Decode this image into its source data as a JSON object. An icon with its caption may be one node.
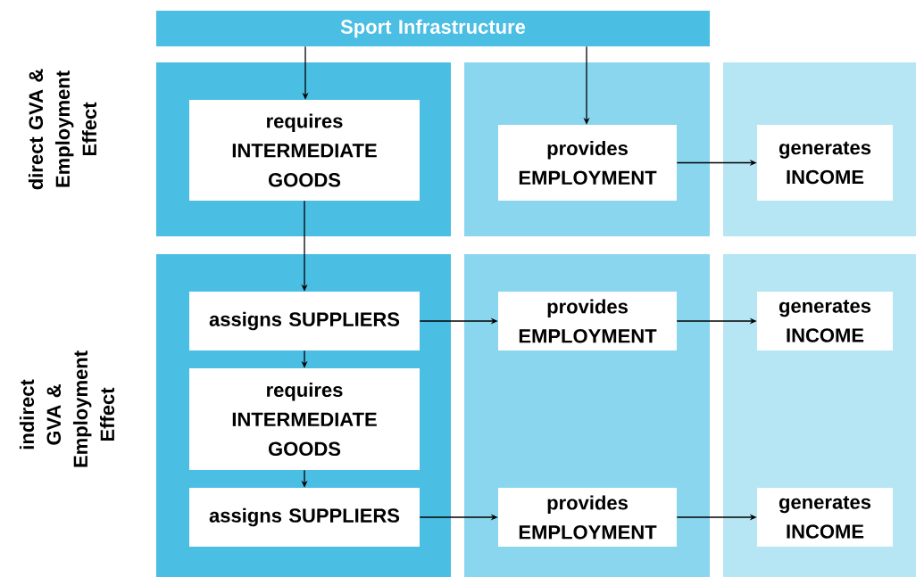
{
  "diagram": {
    "nodes": [
      {
        "text": [
          "Sport Infrastructure"
        ]
      },
      {
        "text": [],
        "shape": "box"
      },
      {
        "text": [],
        "shape": "box"
      },
      {
        "text": [],
        "shape": "box"
      },
      {
        "text": [],
        "shape": "box"
      },
      {
        "text": [],
        "shape": "box"
      },
      {
        "text": [],
        "shape": "box"
      },
      {
        "text": [
          "requires INTERMEDIATE GOODS"
        ],
        "in": 1
      },
      {
        "text": [
          "provides EMPLOYMENT"
        ],
        "in": 2
      },
      {
        "text": [
          "generates INCOME"
        ],
        "in": 3
      },
      {
        "text": [
          "assigns SUPPLIERS"
        ],
        "in": 4
      },
      {
        "text": [
          "requires INTERMEDIATE GOODS"
        ],
        "in": 4
      },
      {
        "text": [
          "assigns SUPPLIERS"
        ],
        "in": 4
      },
      {
        "text": [
          "provides EMPLOYMENT"
        ],
        "in": 5
      },
      {
        "text": [
          "provides EMPLOYMENT"
        ],
        "in": 5
      },
      {
        "text": [
          "generates INCOME"
        ],
        "in": 6
      },
      {
        "text": [
          "generates INCOME"
        ],
        "in": 6
      }
    ],
    "edges": [
      {
        "from": 0,
        "to": 7,
        "arrow": "to"
      },
      {
        "from": 0,
        "to": 8,
        "arrow": "to"
      },
      {
        "from": 8,
        "to": 9,
        "arrow": "to"
      },
      {
        "from": 7,
        "to": 10,
        "arrow": "to"
      },
      {
        "from": 10,
        "to": 11,
        "arrow": "to"
      },
      {
        "from": 11,
        "to": 12,
        "arrow": "to"
      },
      {
        "from": 10,
        "to": 13,
        "arrow": "to"
      },
      {
        "from": 13,
        "to": 15,
        "arrow": "to"
      },
      {
        "from": 12,
        "to": 14,
        "arrow": "to"
      },
      {
        "from": 14,
        "to": 16,
        "arrow": "to"
      }
    ],
    "labels": [
      "direct GVA & Employment Effect",
      "indirect GVA & Employment Effect"
    ]
  }
}
